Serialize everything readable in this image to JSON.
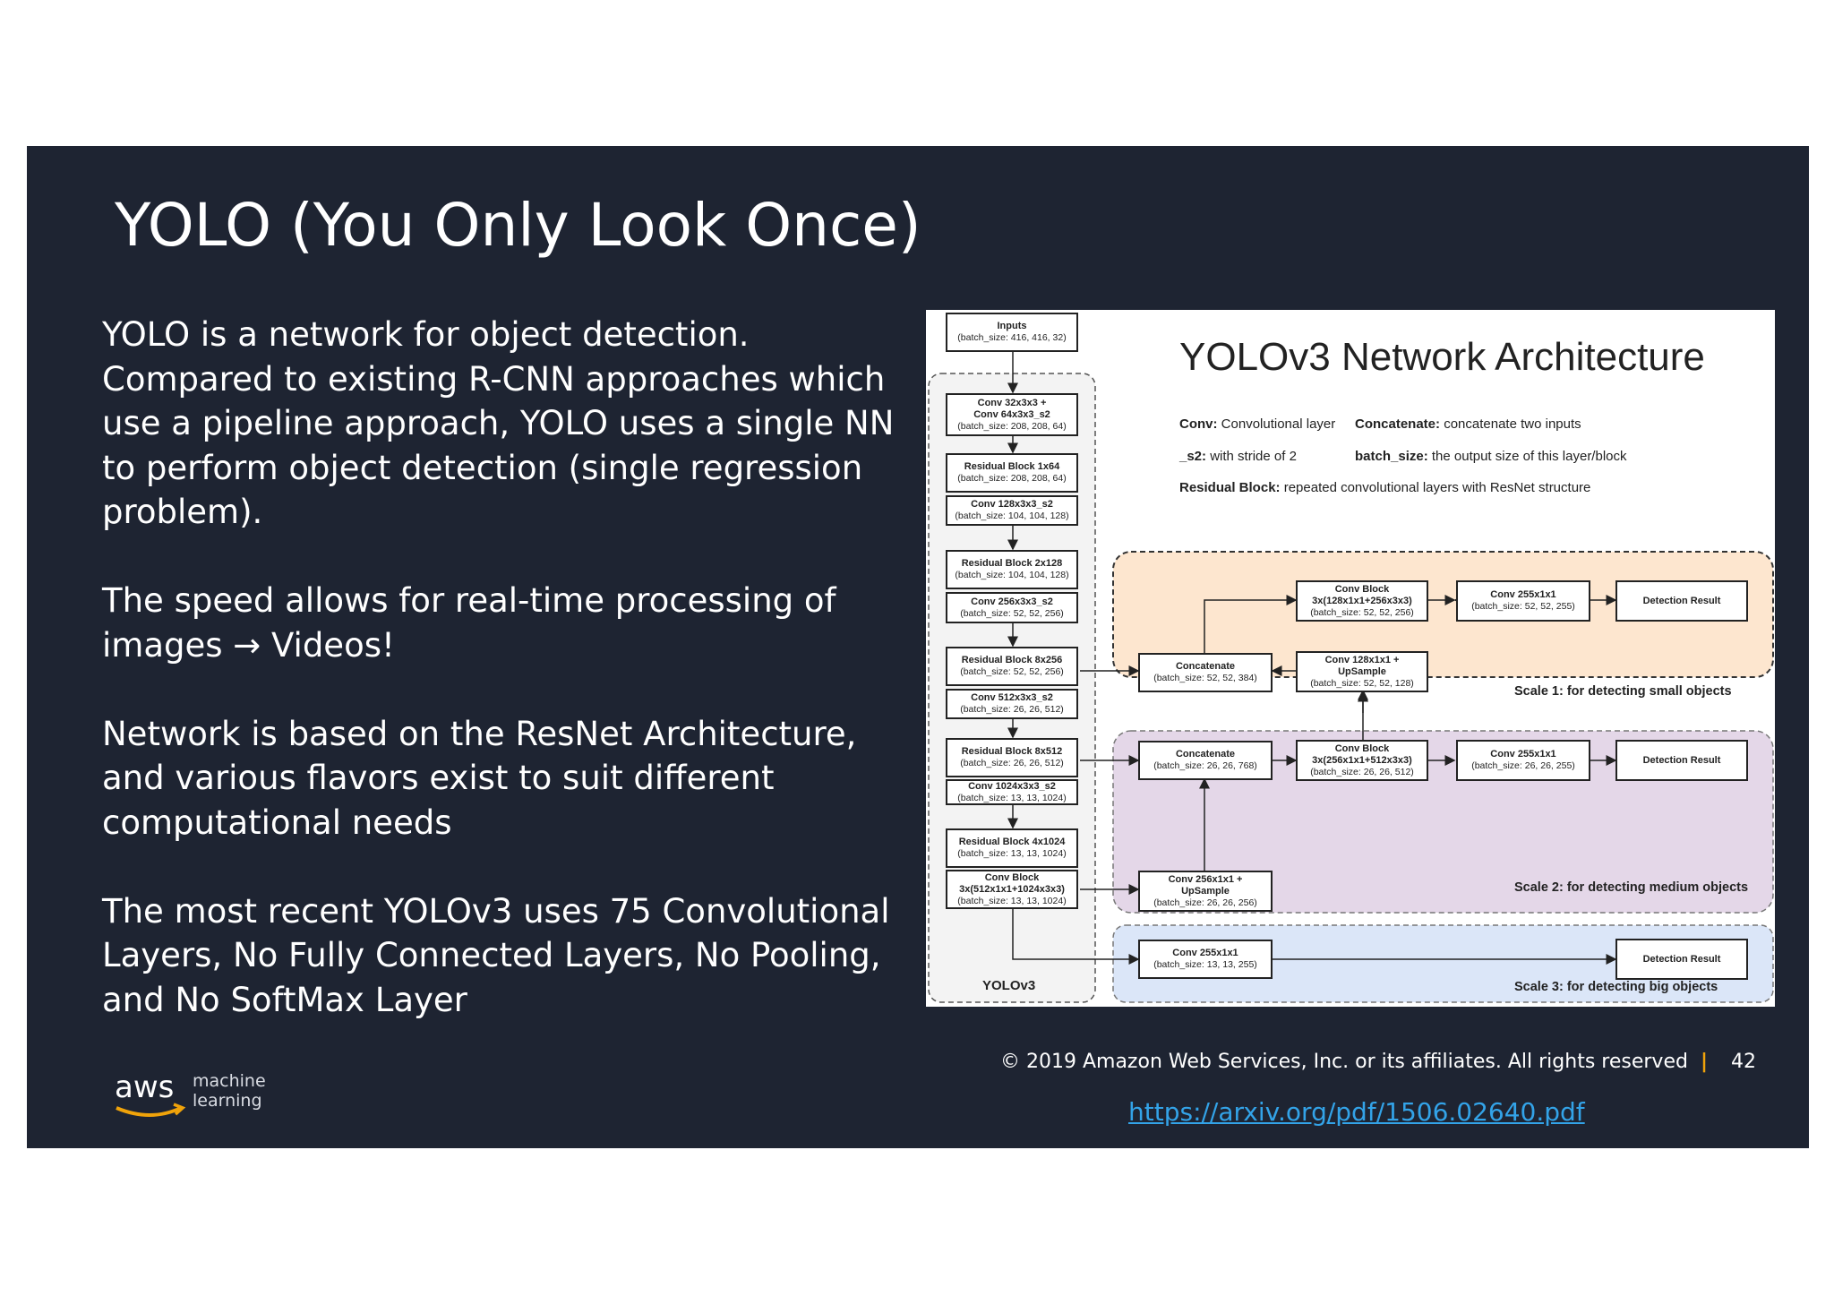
{
  "slide": {
    "title": "YOLO (You Only Look Once)",
    "paragraphs": [
      "YOLO is a network for object detection. Compared to existing R-CNN approaches which use a pipeline approach, YOLO uses a single NN to perform object detection (single regression problem).",
      "The speed allows for real-time processing of images → Videos!",
      "Network is based on the ResNet Architecture, and various flavors exist to suit different computational needs",
      "The most recent YOLOv3 uses 75 Convolutional Layers, No Fully Connected Layers, No Pooling, and  No SoftMax Layer"
    ],
    "logo": {
      "word": "aws",
      "line1": "machine",
      "line2": "learning"
    },
    "footer": {
      "copyright": "© 2019 Amazon Web Services, Inc. or its affiliates. All rights reserved",
      "separator": "|",
      "page": "42"
    },
    "link": "https://arxiv.org/pdf/1506.02640.pdf",
    "colors": {
      "background": "#1e2432",
      "accent": "#f0a30a",
      "link": "#33a3e8"
    }
  },
  "figure": {
    "title": "YOLOv3 Network Architecture",
    "legend": {
      "conv_term": "Conv:",
      "conv_def": "Convolutional layer",
      "concat_term": "Concatenate:",
      "concat_def": "concatenate two inputs",
      "s2_term": "_s2:",
      "s2_def": "with stride of 2",
      "batch_term": "batch_size:",
      "batch_def": "the output size of this layer/block",
      "res_term": "Residual Block:",
      "res_def": "repeated convolutional layers with ResNet structure"
    },
    "backbone_label": "YOLOv3",
    "blocks": {
      "inputs": {
        "name": "Inputs",
        "size": "(batch_size: 416, 416, 32)"
      },
      "conv1": {
        "name1": "Conv 32x3x3 +",
        "name2": "Conv 64x3x3_s2",
        "size": "(batch_size: 208, 208, 64)"
      },
      "res1": {
        "name": "Residual Block 1x64",
        "size": "(batch_size: 208, 208, 64)"
      },
      "conv2": {
        "name": "Conv 128x3x3_s2",
        "size": "(batch_size: 104, 104, 128)"
      },
      "res2": {
        "name": "Residual Block 2x128",
        "size": "(batch_size: 104, 104, 128)"
      },
      "conv3": {
        "name": "Conv 256x3x3_s2",
        "size": "(batch_size: 52, 52, 256)"
      },
      "res3": {
        "name": "Residual Block 8x256",
        "size": "(batch_size: 52, 52, 256)"
      },
      "conv4": {
        "name": "Conv 512x3x3_s2",
        "size": "(batch_size: 26, 26, 512)"
      },
      "res4": {
        "name": "Residual Block 8x512",
        "size": "(batch_size: 26, 26, 512)"
      },
      "conv5": {
        "name": "Conv 1024x3x3_s2",
        "size": "(batch_size: 13, 13, 1024)"
      },
      "res5": {
        "name": "Residual Block 4x1024",
        "size": "(batch_size: 13, 13, 1024)"
      },
      "convblock_b": {
        "name1": "Conv Block",
        "name2": "3x(512x1x1+1024x3x3)",
        "size": "(batch_size: 13, 13, 1024)"
      },
      "s1_concat": {
        "name": "Concatenate",
        "size": "(batch_size: 52, 52, 384)"
      },
      "s1_convblock": {
        "name1": "Conv Block",
        "name2": "3x(128x1x1+256x3x3)",
        "size": "(batch_size: 52, 52, 256)"
      },
      "s1_conv255": {
        "name": "Conv 255x1x1",
        "size": "(batch_size: 52, 52, 255)"
      },
      "s1_det": {
        "name": "Detection Result"
      },
      "s1_upsample": {
        "name1": "Conv 128x1x1 +",
        "name2": "UpSample",
        "size": "(batch_size: 52, 52, 128)"
      },
      "s2_concat": {
        "name": "Concatenate",
        "size": "(batch_size: 26, 26, 768)"
      },
      "s2_convblock": {
        "name1": "Conv Block",
        "name2": "3x(256x1x1+512x3x3)",
        "size": "(batch_size: 26, 26, 512)"
      },
      "s2_conv255": {
        "name": "Conv 255x1x1",
        "size": "(batch_size: 26, 26, 255)"
      },
      "s2_det": {
        "name": "Detection Result"
      },
      "s2_upsample": {
        "name1": "Conv 256x1x1 +",
        "name2": "UpSample",
        "size": "(batch_size: 26, 26, 256)"
      },
      "s3_conv255": {
        "name": "Conv 255x1x1",
        "size": "(batch_size: 13, 13, 255)"
      },
      "s3_det": {
        "name": "Detection Result"
      }
    },
    "scales": {
      "scale1": "Scale 1: for detecting small objects",
      "scale2": "Scale 2: for detecting medium objects",
      "scale3": "Scale 3: for detecting big objects"
    },
    "colors": {
      "scale1": "#fde6cf",
      "scale2": "#e4d7e8",
      "scale3": "#dbe6f8",
      "backbone": "#f3f3f3"
    }
  }
}
